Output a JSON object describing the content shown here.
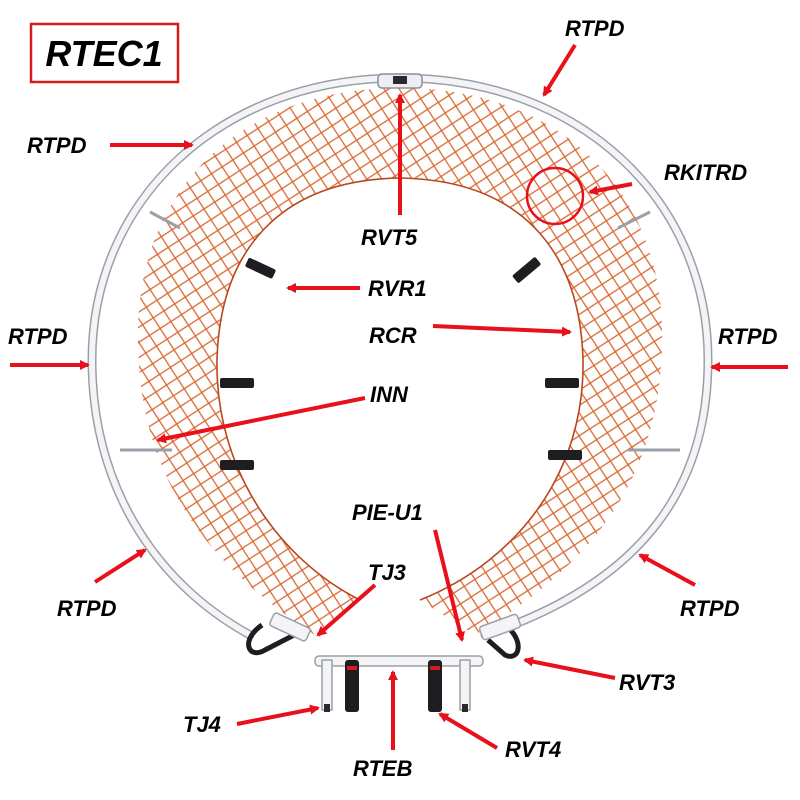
{
  "title": "RTEC1",
  "colors": {
    "arrow": "#e8101a",
    "net": "#d9602a",
    "frame": "#f4f4f6",
    "frame_edge": "#9aa0aa",
    "title_border": "#d41c1c",
    "strap": "#1e1e22"
  },
  "labels": {
    "rtpd_top": "RTPD",
    "rtpd_upper_left": "RTPD",
    "rtpd_left": "RTPD",
    "rtpd_right": "RTPD",
    "rtpd_lower_left": "RTPD",
    "rtpd_lower_right": "RTPD",
    "rkitrd": "RKITRD",
    "rvt5": "RVT5",
    "rvr1": "RVR1",
    "rcr": "RCR",
    "inn": "INN",
    "pie_u1": "PIE-U1",
    "tj3": "TJ3",
    "tj4": "TJ4",
    "rvt3": "RVT3",
    "rteb": "RTEB",
    "rvt4": "RVT4"
  }
}
